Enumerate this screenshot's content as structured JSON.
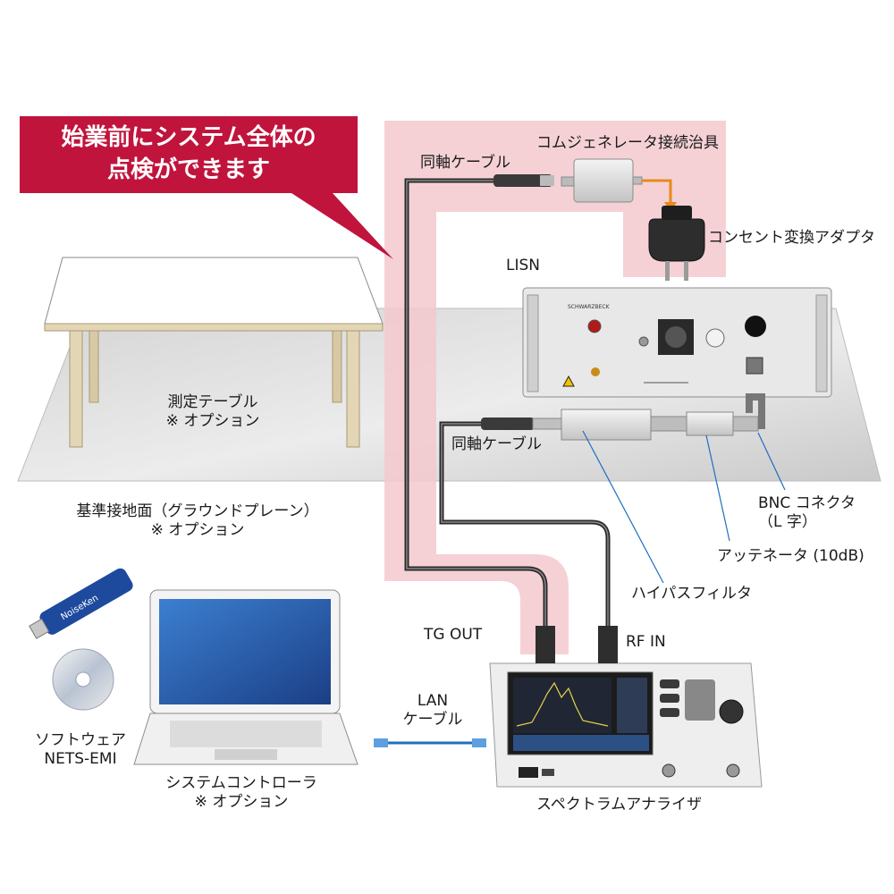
{
  "callout": {
    "line1": "始業前にシステム全体の",
    "line2": "点検ができます"
  },
  "labels": {
    "coax_top": "同軸ケーブル",
    "comb_jig": "コムジェネレータ接続治具",
    "outlet_adapter": "コンセント変換アダプタ",
    "lisn": "LISN",
    "table": "測定テーブル",
    "table_option": "※ オプション",
    "ground_plane": "基準接地面（グラウンドプレーン）",
    "ground_option": "※ オプション",
    "coax_middle": "同軸ケーブル",
    "bnc_line1": "BNC コネクタ",
    "bnc_line2": "（L 字）",
    "attenuator": "アッテネータ (10dB)",
    "highpass": "ハイパスフィルタ",
    "tg_out": "TG OUT",
    "rf_in": "RF IN",
    "lan_line1": "LAN",
    "lan_line2": "ケーブル",
    "software_line1": "ソフトウェア",
    "software_line2": "NETS-EMI",
    "controller": "システムコントローラ",
    "controller_option": "※ オプション",
    "analyzer": "スペクトラムアナライザ",
    "usb_brand": "NoiseKen",
    "lisn_brand": "SCHWARZBECK"
  },
  "colors": {
    "callout_red": "#c0143c",
    "highlight_pink": "#f3c9cf",
    "accent_orange": "#e88a1a",
    "cable_dark": "#2a2a2a",
    "leader_blue": "#1e6fc0",
    "screen_blue": "#2c5fa8"
  }
}
